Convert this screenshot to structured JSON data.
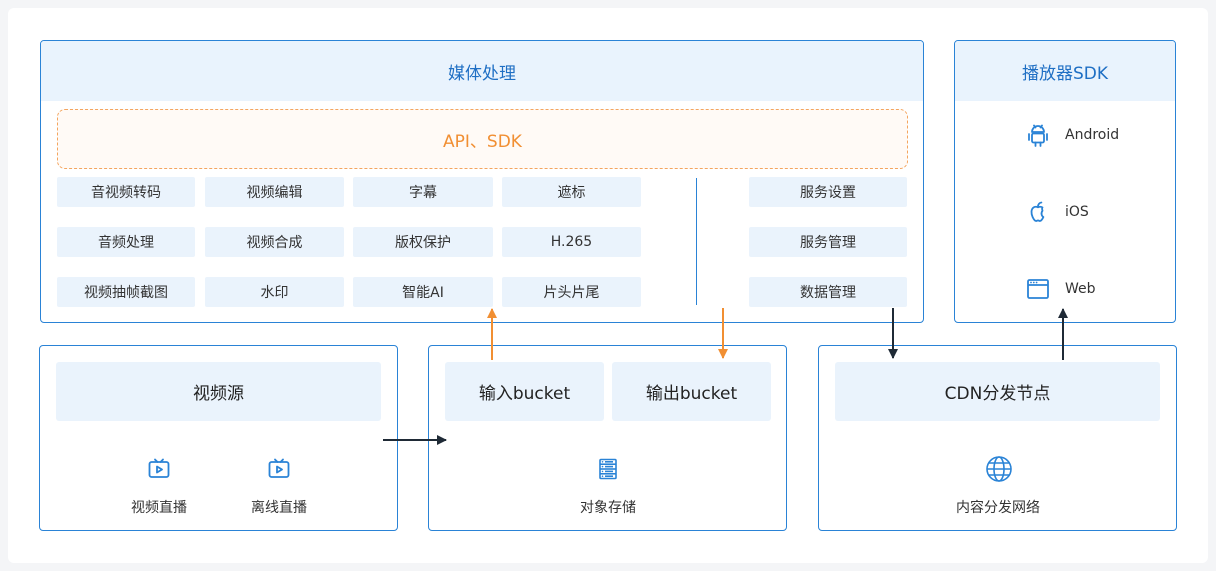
{
  "media_processing": {
    "title": "媒体处理",
    "api_bar": "API、SDK",
    "features": [
      "音视频转码",
      "视频编辑",
      "字幕",
      "遮标",
      "音频处理",
      "视频合成",
      "版权保护",
      "H.265",
      "视频抽帧截图",
      "水印",
      "智能AI",
      "片头片尾"
    ],
    "services": [
      "服务设置",
      "服务管理",
      "数据管理"
    ]
  },
  "player_sdk": {
    "title": "播放器SDK",
    "platforms": [
      {
        "label": "Android",
        "icon": "android-icon"
      },
      {
        "label": "iOS",
        "icon": "apple-icon"
      },
      {
        "label": "Web",
        "icon": "browser-window-icon"
      }
    ]
  },
  "video_source": {
    "title": "视频源",
    "items": [
      {
        "label": "视频直播",
        "icon": "live-tv-icon"
      },
      {
        "label": "离线直播",
        "icon": "live-tv-icon"
      }
    ]
  },
  "storage": {
    "input_bucket": "输入bucket",
    "output_bucket": "输出bucket",
    "label": "对象存储",
    "icon": "server-rack-icon"
  },
  "cdn": {
    "title": "CDN分发节点",
    "label": "内容分发网络",
    "icon": "globe-icon"
  },
  "colors": {
    "panel_border": "#2a83d6",
    "panel_head_bg": "#e9f3fd",
    "chip_bg": "#eaf3fc",
    "accent_orange": "#f18f33",
    "icon_blue": "#2a83d6",
    "arrow_dark": "#1f2a36"
  }
}
